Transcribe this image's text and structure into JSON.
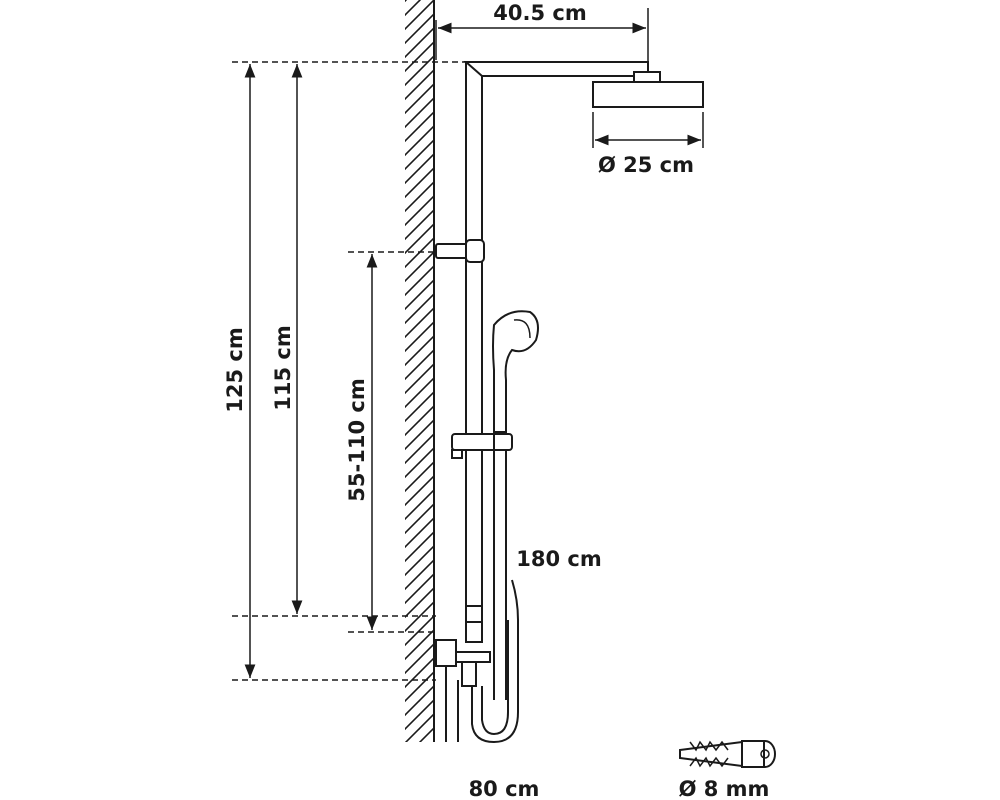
{
  "labels": {
    "arm_length": "40.5 cm",
    "head_diameter": "Ø 25 cm",
    "total_height": "125 cm",
    "rail_height": "115 cm",
    "slider_range": "55-110 cm",
    "hose_length": "180 cm",
    "bar_length": "80 cm",
    "dowel_diameter": "Ø 8 mm"
  },
  "colors": {
    "line": "#1a1a1a",
    "background": "#ffffff"
  }
}
